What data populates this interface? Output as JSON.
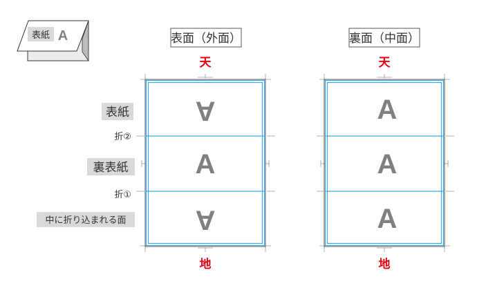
{
  "icon": {
    "label": "表紙",
    "letter": "A"
  },
  "front": {
    "title": "表面（外面）",
    "top": "天",
    "bottom": "地",
    "panels": [
      "A",
      "A",
      "A"
    ]
  },
  "back": {
    "title": "裏面（中面）",
    "top": "天",
    "bottom": "地",
    "panels": [
      "A",
      "A",
      "A"
    ]
  },
  "labels": {
    "cover": "表紙",
    "fold2": "折②",
    "back_cover": "裏表紙",
    "fold1": "折①",
    "inner": "中に折り込まれる面"
  },
  "colors": {
    "accent_red": "#e60012",
    "guide_blue": "#3aa9e6",
    "letter_gray": "#808080"
  }
}
